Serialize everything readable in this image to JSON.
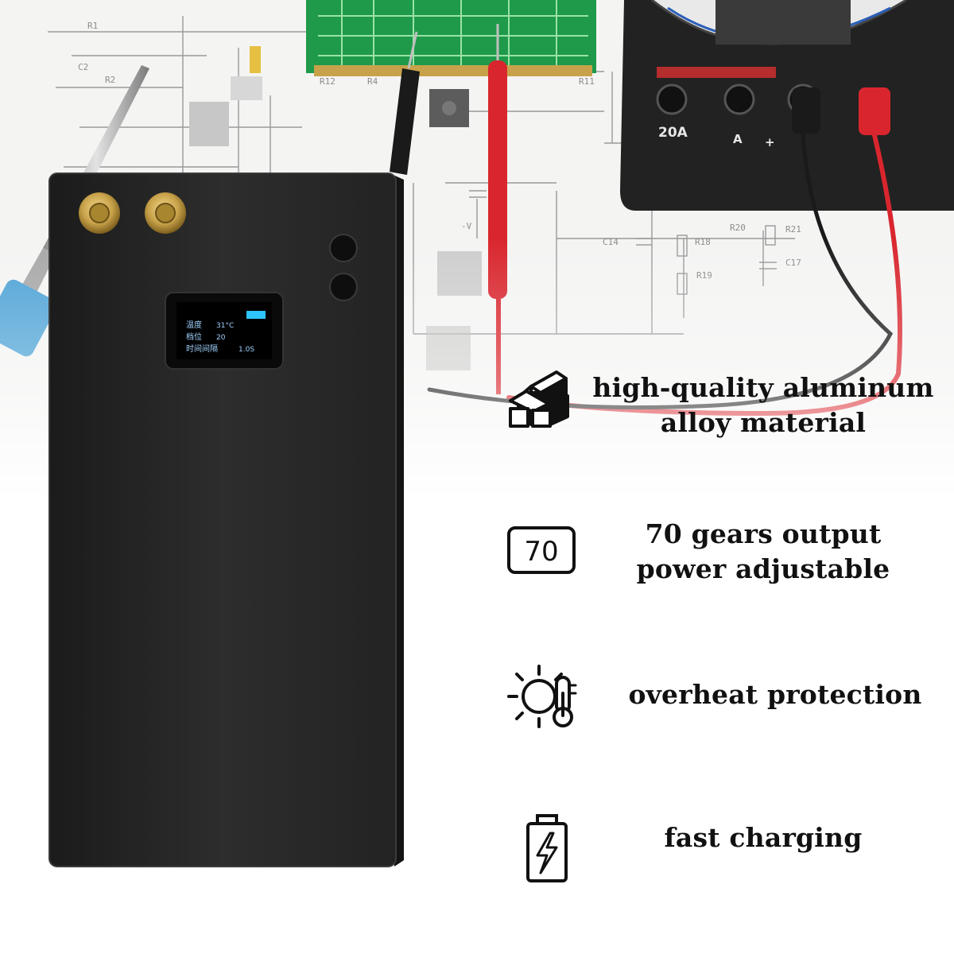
{
  "colors": {
    "device_body": "#2a2a2a",
    "probe_red": "#d9262e",
    "pcb_green": "#1e9a4a",
    "brass": "#c8a24a",
    "screen_text": "#9fd2ff",
    "battery_indicator": "#2ec4ff"
  },
  "multimeter": {
    "range_label": "20A",
    "jack_label_a": "A",
    "jack_label_plus": "+"
  },
  "device": {
    "screen": {
      "line1_label": "温度",
      "line1_value": "31°C",
      "line2_label": "档位",
      "line2_value": "20",
      "line3_label": "时间间隔",
      "line3_value": "1.0S"
    }
  },
  "features": [
    {
      "icon": "aluminum-bars-icon",
      "line1": "high-quality aluminum",
      "line2": "alloy material"
    },
    {
      "icon": "gear-count-badge-icon",
      "badge": "70",
      "line1": "70 gears output",
      "line2": "power adjustable"
    },
    {
      "icon": "sun-thermometer-icon",
      "line1": "overheat protection"
    },
    {
      "icon": "battery-bolt-icon",
      "line1": "fast charging"
    }
  ]
}
